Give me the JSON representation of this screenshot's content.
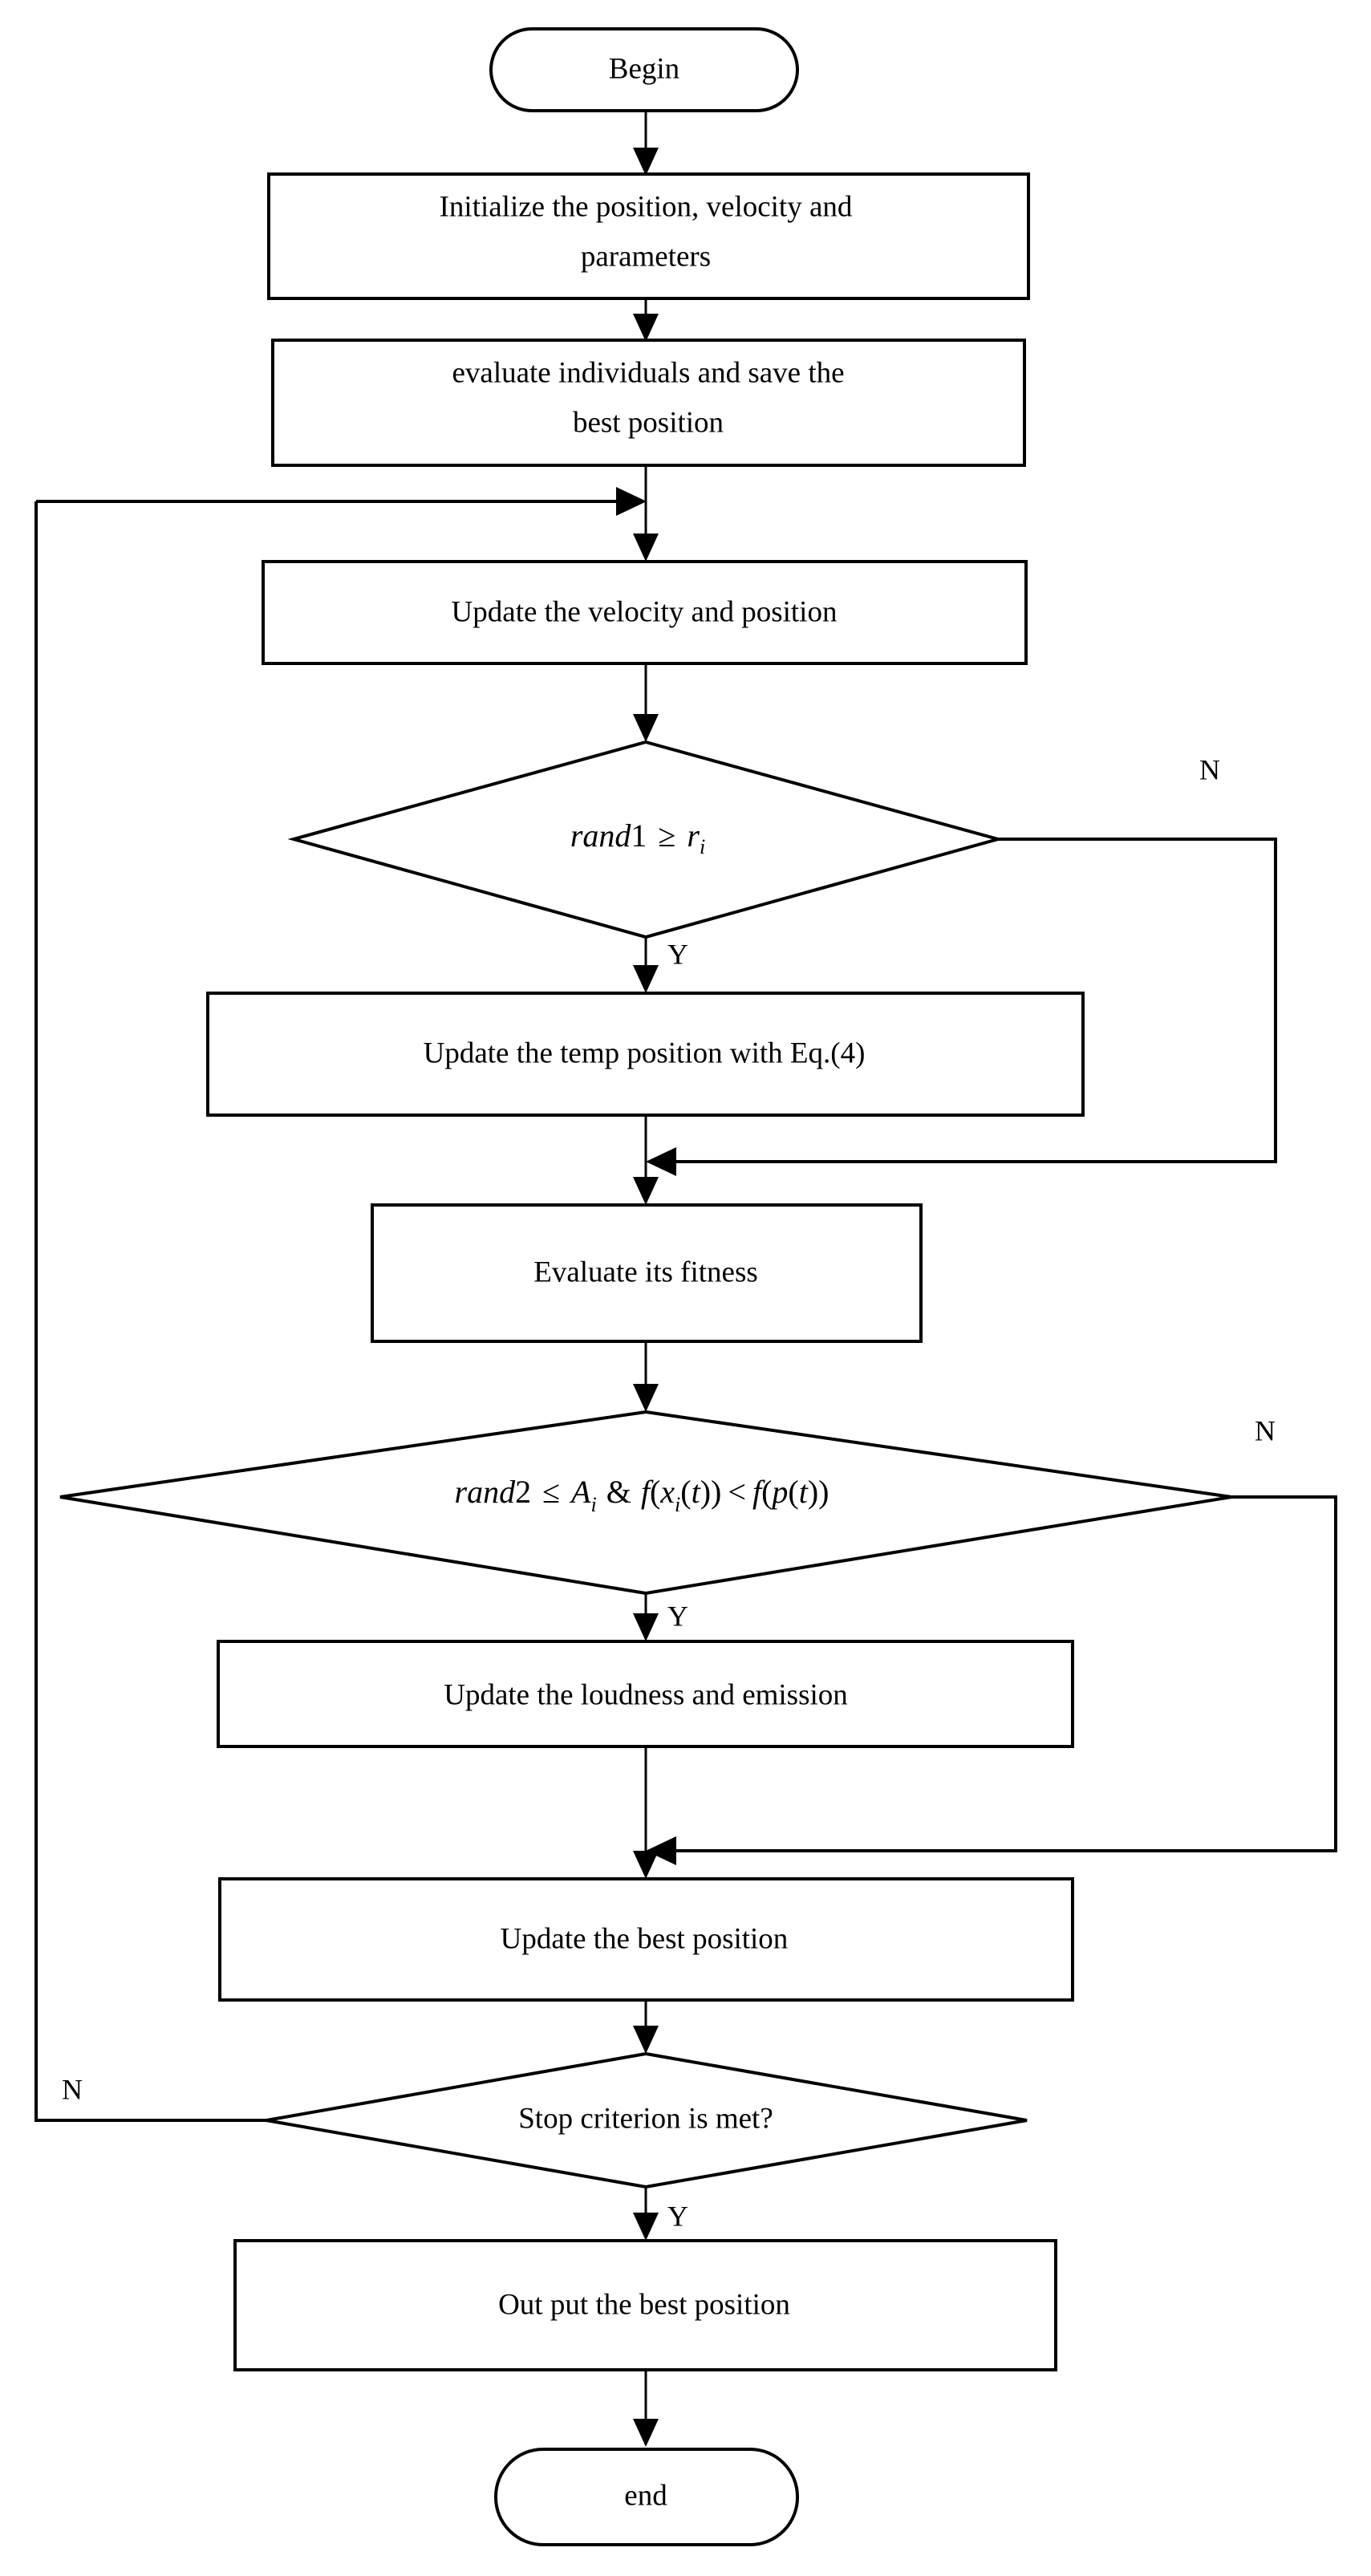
{
  "diagram": {
    "title": "Bat algorithm flowchart",
    "type": "flowchart",
    "stroke_color": "#000000",
    "fill_color": "#ffffff",
    "background": "#ffffff",
    "nodes": [
      {
        "id": "begin",
        "shape": "terminator",
        "label": "Begin"
      },
      {
        "id": "init",
        "shape": "process",
        "label_line1": "Initialize the position, velocity and",
        "label_line2": "parameters"
      },
      {
        "id": "evaluate",
        "shape": "process",
        "label_line1": "evaluate individuals and save the",
        "label_line2": "best position"
      },
      {
        "id": "update_vp",
        "shape": "process",
        "label": "Update the velocity and position"
      },
      {
        "id": "cond1",
        "shape": "decision",
        "formula_a": "rand",
        "formula_b": "1",
        "formula_op": "≥",
        "formula_c": "r",
        "formula_sub": "i"
      },
      {
        "id": "update_temp",
        "shape": "process",
        "label": "Update the temp position with Eq.(4)"
      },
      {
        "id": "eval_fit",
        "shape": "process",
        "label": "Evaluate its fitness"
      },
      {
        "id": "cond2",
        "shape": "decision",
        "formula": "rand2 ≤ A i & f(x i (t)) < f(p(t))",
        "f_rand": "rand",
        "f_two": "2",
        "f_le": "≤",
        "f_A": "A",
        "f_Asub": "i",
        "f_amp": "&",
        "f_f": "f",
        "f_open": "(",
        "f_x": "x",
        "f_xsub": "i",
        "f_t1": "(t))",
        "f_lt": "<",
        "f_f2": "f",
        "f_p": "( p(t))"
      },
      {
        "id": "update_loud",
        "shape": "process",
        "label": "Update the loudness and emission"
      },
      {
        "id": "update_best",
        "shape": "process",
        "label": "Update the best position"
      },
      {
        "id": "cond3",
        "shape": "decision",
        "label": "Stop criterion is met?"
      },
      {
        "id": "output",
        "shape": "process",
        "label": "Out put the best position"
      },
      {
        "id": "end",
        "shape": "terminator",
        "label": "end"
      }
    ],
    "branch_labels": {
      "cond1_no": "N",
      "cond1_yes": "Y",
      "cond2_no": "N",
      "cond2_yes": "Y",
      "cond3_no": "N",
      "cond3_yes": "Y"
    }
  }
}
